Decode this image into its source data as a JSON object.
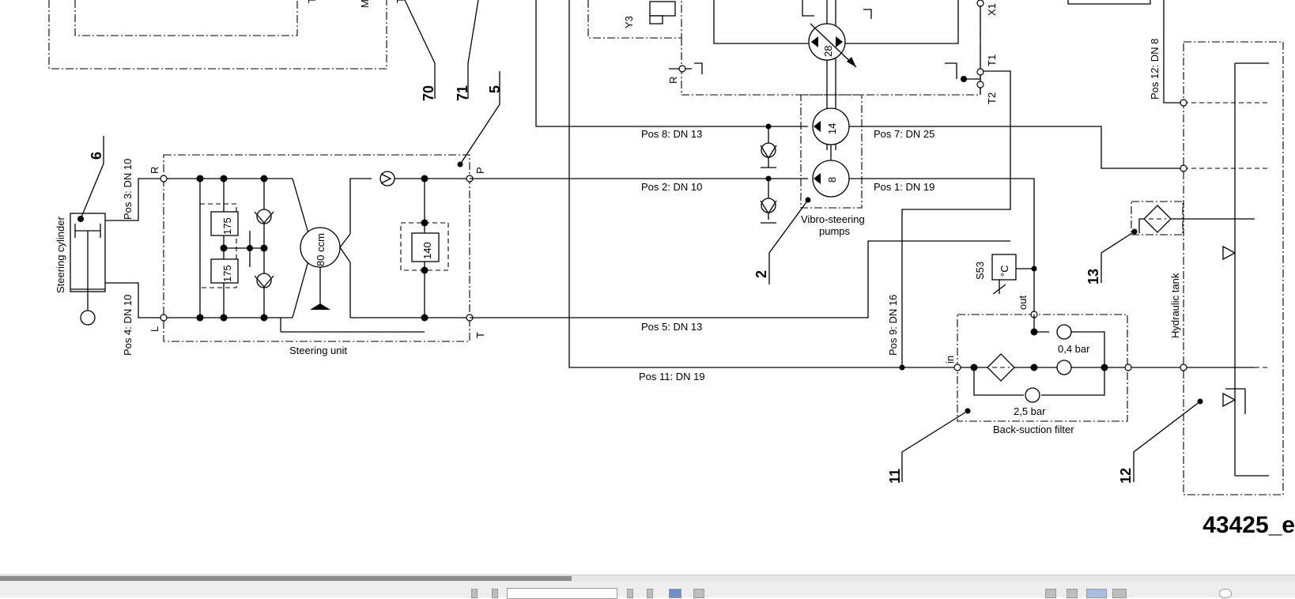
{
  "diagram": {
    "drawing_id": "43425_e",
    "components": {
      "steering_cylinder": "Steering cylinder",
      "steering_unit": "Steering unit",
      "steering_unit_displacement": "80 ccm",
      "vibro_steering_pumps_line1": "Vibro-steering",
      "vibro_steering_pumps_line2": "pumps",
      "back_suction_filter": "Back-suction filter",
      "hydraulic_tank": "Hydraulic tank",
      "sensor": "S53",
      "sensor_unit": "°C",
      "valve_y3": "Y3"
    },
    "valve_settings": {
      "relief_r": "175",
      "relief_l": "175",
      "pressure_relief": "140",
      "bypass_1": "0,4 bar",
      "bypass_2": "2,5 bar"
    },
    "pumps": {
      "p28": "28",
      "p14": "14",
      "p8": "8"
    },
    "ports": {
      "r_cyl": "R",
      "l_cyl": "L",
      "p": "P",
      "t": "T",
      "r_valve": "R",
      "t1": "T1",
      "t2": "T2",
      "x1": "X1",
      "filter_in": "in",
      "filter_out": "out"
    },
    "lines": {
      "pos1": "Pos 1: DN 19",
      "pos2": "Pos 2: DN 10",
      "pos3": "Pos 3: DN 10",
      "pos4": "Pos 4: DN 10",
      "pos5": "Pos 5: DN 13",
      "pos7": "Pos 7: DN 25",
      "pos8": "Pos 8: DN 13",
      "pos9": "Pos 9: DN 16",
      "pos11": "Pos 11: DN 19",
      "pos12": "Pos 12: DN 8"
    },
    "callouts": {
      "c2": "2",
      "c5": "5",
      "c6": "6",
      "c11": "11",
      "c12": "12",
      "c13": "13",
      "c70": "70",
      "c71": "71",
      "frag_t_left": "T",
      "frag_m": "M",
      "frag_t_right": "T"
    }
  }
}
